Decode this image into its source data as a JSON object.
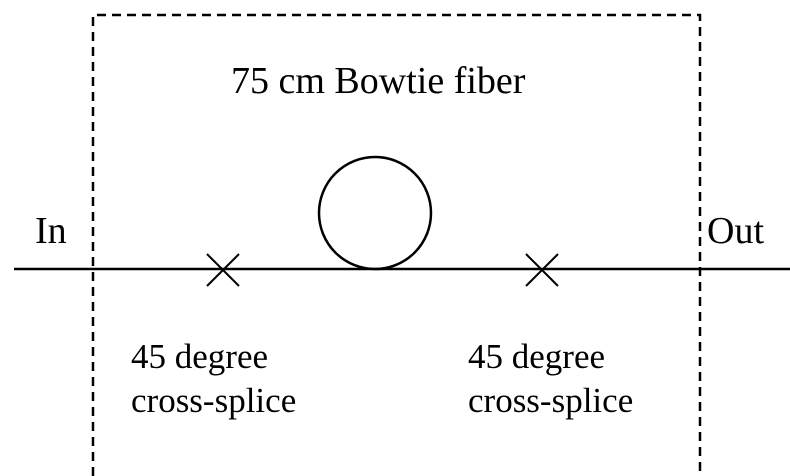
{
  "title": "75 cm Bowtie fiber",
  "input_label": "In",
  "output_label": "Out",
  "splice_left": {
    "line1": "45 degree",
    "line2": "cross-splice"
  },
  "splice_right": {
    "line1": "45 degree",
    "line2": "cross-splice"
  },
  "colors": {
    "stroke": "#000000",
    "background": "#ffffff"
  }
}
